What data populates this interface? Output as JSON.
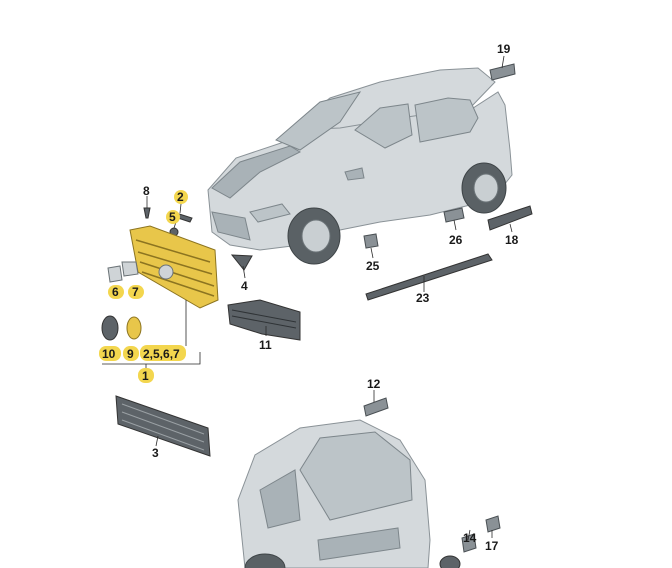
{
  "callouts": {
    "c19": "19",
    "c8": "8",
    "c2": "2",
    "c5": "5",
    "c4": "4",
    "c6": "6",
    "c7": "7",
    "c26": "26",
    "c18": "18",
    "c25": "25",
    "c23": "23",
    "c11": "11",
    "c10": "10",
    "c9": "9",
    "c2567": "2,5,6,7",
    "c1": "1",
    "c12": "12",
    "c3": "3",
    "c17": "17",
    "c14": "14"
  },
  "colors": {
    "highlight": "#f3d64e",
    "car": "#d4d9dc",
    "part": "#8a9196"
  }
}
